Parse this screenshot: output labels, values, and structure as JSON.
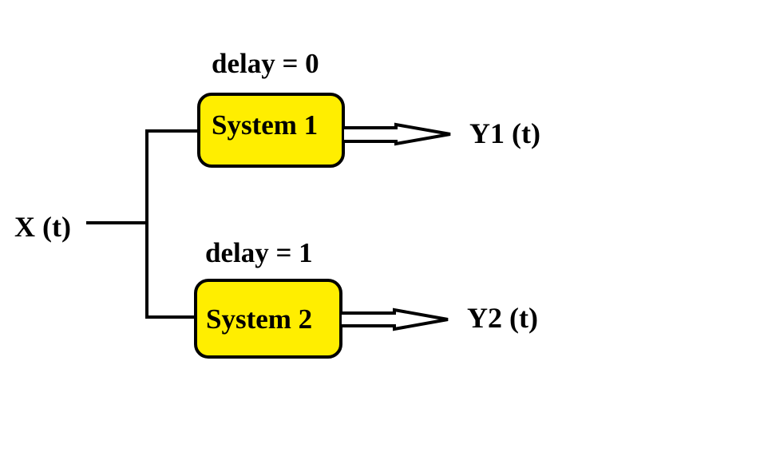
{
  "input": {
    "label": "X (t)"
  },
  "systems": [
    {
      "name": "System 1",
      "delay_label": "delay = 0",
      "output_label": "Y1 (t)"
    },
    {
      "name": "System 2",
      "delay_label": "delay = 1",
      "output_label": "Y2 (t)"
    }
  ],
  "colors": {
    "box_fill": "#ffee00",
    "stroke": "#000000",
    "background": "#ffffff"
  }
}
